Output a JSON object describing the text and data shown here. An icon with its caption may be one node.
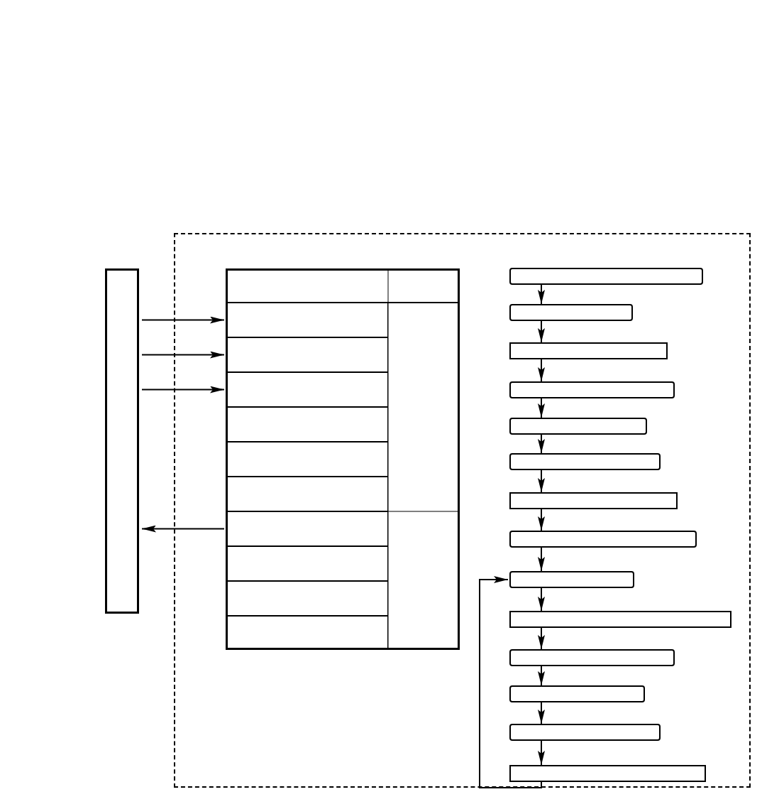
{
  "diagram": {
    "nodes": [
      {
        "text": [],
        "shape": "box"
      },
      {
        "text": [],
        "shape": "box"
      },
      {
        "text": [],
        "shape": "box",
        "in": 0
      },
      {
        "text": [],
        "shape": "box",
        "in": 2
      },
      {
        "text": [],
        "shape": "box",
        "in": 2
      },
      {
        "text": [],
        "shape": "box",
        "in": 2
      },
      {
        "text": [],
        "shape": "box",
        "in": 2
      },
      {
        "text": [],
        "shape": "box",
        "in": 2
      },
      {
        "text": [],
        "shape": "box",
        "in": 2
      },
      {
        "text": [],
        "shape": "box",
        "in": 2
      },
      {
        "text": [],
        "shape": "box",
        "in": 2
      },
      {
        "text": [],
        "shape": "box",
        "in": 2
      },
      {
        "text": [],
        "shape": "box",
        "in": 2
      },
      {
        "text": [],
        "shape": "box",
        "in": 0
      },
      {
        "text": [],
        "shape": "box",
        "in": 0
      },
      {
        "text": [],
        "shape": "box",
        "in": 0
      },
      {
        "text": [],
        "shape": "box",
        "in": 0
      },
      {
        "text": [],
        "shape": "box",
        "in": 0
      },
      {
        "text": [],
        "shape": "box",
        "in": 0
      },
      {
        "text": [],
        "shape": "box",
        "in": 0
      },
      {
        "text": [],
        "shape": "box",
        "in": 0
      },
      {
        "text": [],
        "shape": "box",
        "in": 0
      },
      {
        "text": [],
        "shape": "box",
        "in": 0
      },
      {
        "text": [],
        "shape": "box",
        "in": 0
      },
      {
        "text": [],
        "shape": "box",
        "in": 0
      },
      {
        "text": [],
        "shape": "box",
        "in": 0
      },
      {
        "text": [],
        "shape": "box",
        "in": 0
      }
    ],
    "edges": [
      {
        "from": 1,
        "to": 3,
        "arrow": "to"
      },
      {
        "from": 1,
        "to": 4,
        "arrow": "to"
      },
      {
        "from": 1,
        "to": 5,
        "arrow": "to"
      },
      {
        "from": 9,
        "to": 1,
        "arrow": "to"
      },
      {
        "from": 13,
        "to": 14,
        "arrow": "to"
      },
      {
        "from": 14,
        "to": 15,
        "arrow": "to"
      },
      {
        "from": 15,
        "to": 16,
        "arrow": "to"
      },
      {
        "from": 16,
        "to": 17,
        "arrow": "to"
      },
      {
        "from": 17,
        "to": 18,
        "arrow": "to"
      },
      {
        "from": 18,
        "to": 19,
        "arrow": "to"
      },
      {
        "from": 19,
        "to": 20,
        "arrow": "to"
      },
      {
        "from": 20,
        "to": 21,
        "arrow": "to"
      },
      {
        "from": 21,
        "to": 22,
        "arrow": "to"
      },
      {
        "from": 22,
        "to": 23,
        "arrow": "to"
      },
      {
        "from": 23,
        "to": 24,
        "arrow": "to"
      },
      {
        "from": 24,
        "to": 25,
        "arrow": "to"
      },
      {
        "from": 25,
        "to": 26,
        "arrow": "to"
      },
      {
        "from": 26,
        "to": 21,
        "arrow": "to"
      }
    ]
  }
}
